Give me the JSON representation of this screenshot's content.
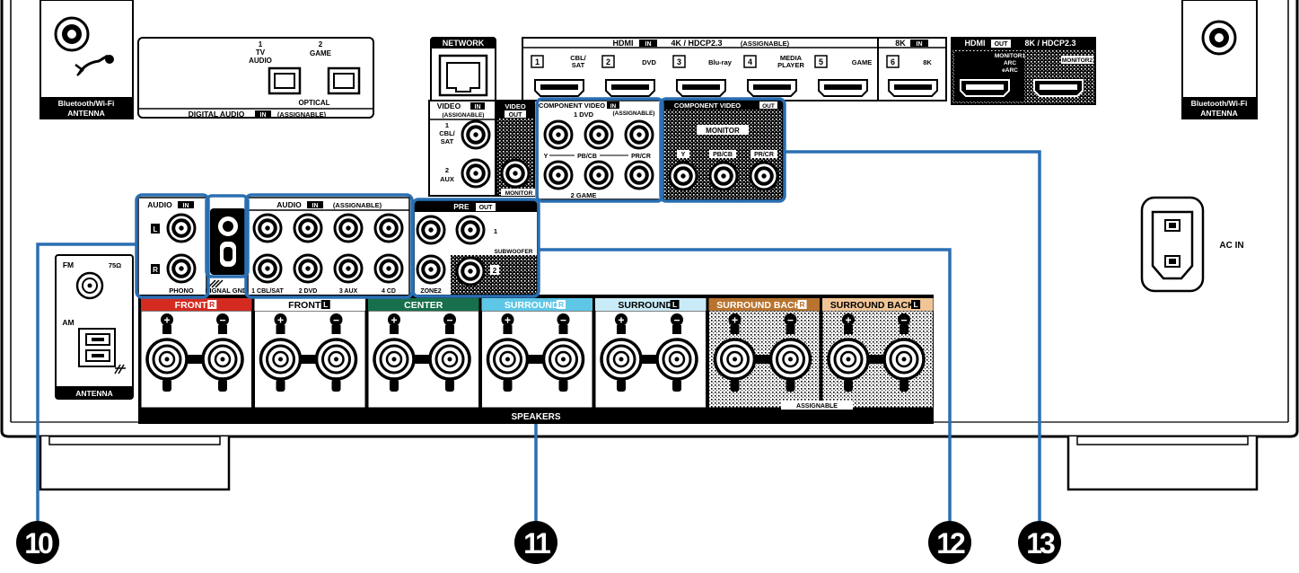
{
  "antenna": {
    "label_line1": "Bluetooth/Wi-Fi",
    "label_line2": "ANTENNA"
  },
  "digital_audio": {
    "input1_num": "1",
    "input1_line1": "TV",
    "input1_line2": "AUDIO",
    "input2_num": "2",
    "input2_line1": "GAME",
    "optical": "OPTICAL",
    "footer_pre": "DIGITAL AUDIO",
    "footer_in": "IN",
    "footer_post": "(ASSIGNABLE)"
  },
  "network": {
    "label": "NETWORK"
  },
  "hdmi_in": {
    "title_pre": "HDMI",
    "title_in": "IN",
    "title_post": "4K / HDCP2.3",
    "assignable": "(ASSIGNABLE)",
    "inputs": [
      {
        "num": "1",
        "line1": "CBL/",
        "line2": "SAT"
      },
      {
        "num": "2",
        "line1": "DVD",
        "line2": ""
      },
      {
        "num": "3",
        "line1": "Blu-ray",
        "line2": ""
      },
      {
        "num": "4",
        "line1": "MEDIA",
        "line2": "PLAYER"
      },
      {
        "num": "5",
        "line1": "GAME",
        "line2": ""
      }
    ]
  },
  "hdmi_8k": {
    "title_pre": "8K",
    "title_in": "IN",
    "num": "6",
    "label": "8K"
  },
  "hdmi_out": {
    "title_pre": "HDMI",
    "title_out": "OUT",
    "title_post": "8K / HDCP2.3",
    "monitor1_line1": "MONITOR1",
    "monitor1_line2": "ARC",
    "monitor1_line3": "eARC",
    "monitor2": "MONITOR2"
  },
  "video_in": {
    "title": "VIDEO",
    "in": "IN",
    "assignable": "(ASSIGNABLE)",
    "in1_num": "1",
    "in1_line1": "CBL/",
    "in1_line2": "SAT",
    "in2_num": "2",
    "in2_line1": "AUX"
  },
  "video_out": {
    "title_line1": "VIDEO",
    "title_line2": "OUT",
    "monitor": "MONITOR"
  },
  "component_in": {
    "title": "COMPONENT VIDEO",
    "in": "IN",
    "assignable": "(ASSIGNABLE)",
    "in1": "1 DVD",
    "in2": "2 GAME",
    "y": "Y",
    "pb": "PB/CB",
    "pr": "PR/CR"
  },
  "component_out": {
    "title": "COMPONENT VIDEO",
    "out": "OUT",
    "monitor": "MONITOR",
    "y": "Y",
    "pb": "PB/CB",
    "pr": "PR/CR"
  },
  "audio_in_phono": {
    "title": "AUDIO",
    "in": "IN",
    "l": "L",
    "r": "R",
    "phono": "PHONO"
  },
  "signal_gnd": {
    "label": "SIGNAL GND"
  },
  "audio_in_assignable": {
    "title": "AUDIO",
    "in": "IN",
    "assignable": "(ASSIGNABLE)",
    "inputs": [
      "1 CBL/SAT",
      "2 DVD",
      "3 AUX",
      "4 CD"
    ]
  },
  "pre_out": {
    "title": "PRE",
    "out": "OUT",
    "sub1": "1",
    "subwoofer": "SUBWOOFER",
    "sub2": "2",
    "zone2": "ZONE2"
  },
  "fm_am": {
    "fm": "FM",
    "ohm": "75Ω",
    "am": "AM",
    "antenna": "ANTENNA"
  },
  "ac_in": {
    "label": "AC IN"
  },
  "speakers": {
    "footer": "SPEAKERS",
    "assignable": "ASSIGNABLE",
    "plus": "+",
    "minus": "−",
    "channels": [
      {
        "name": "FRONT",
        "side": "R",
        "color": "#d42a20"
      },
      {
        "name": "FRONT",
        "side": "L",
        "color": "#ffffff"
      },
      {
        "name": "CENTER",
        "side": "",
        "color": "#17704b"
      },
      {
        "name": "SURROUND",
        "side": "R",
        "color": "#5ec6e6"
      },
      {
        "name": "SURROUND",
        "side": "L",
        "color": "#c9ebf7"
      },
      {
        "name": "SURROUND BACK",
        "side": "R",
        "color": "#b8742f"
      },
      {
        "name": "SURROUND BACK",
        "side": "L",
        "color": "#f0c596"
      }
    ]
  },
  "callouts": [
    {
      "number": "10"
    },
    {
      "number": "11"
    },
    {
      "number": "12"
    },
    {
      "number": "13"
    }
  ],
  "colors": {
    "accent_line": "#2a6fb3",
    "panel_ink": "#000000"
  }
}
